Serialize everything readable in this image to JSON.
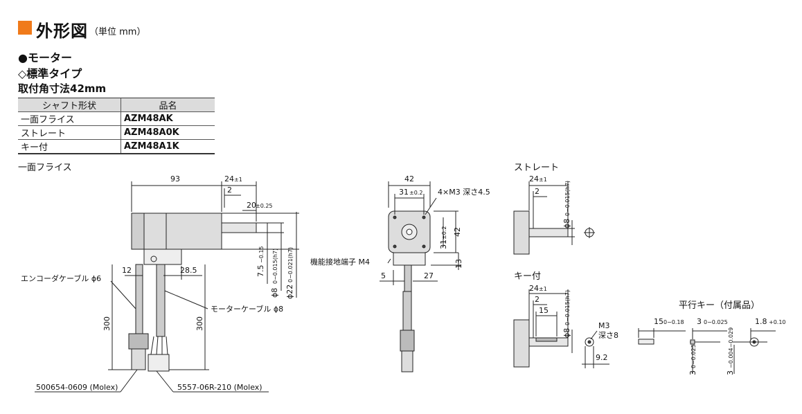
{
  "header": {
    "title": "外形図",
    "unit": "（単位 mm）",
    "motor": "●モーター",
    "type": "◇標準タイプ",
    "mount": "取付角寸法42mm"
  },
  "table": {
    "headers": [
      "シャフト形状",
      "品名"
    ],
    "rows": [
      {
        "shape": "一面フライス",
        "model": "AZM48AK"
      },
      {
        "shape": "ストレート",
        "model": "AZM48A0K"
      },
      {
        "shape": "キー付",
        "model": "AZM48A1K"
      }
    ]
  },
  "side_view": {
    "label": "一面フライス",
    "dim_93": "93",
    "dim_24": "24",
    "tol_pm1": "±1",
    "dim_2": "2",
    "dim_20": "20",
    "tol_025": "±0.25",
    "dim_12": "12",
    "dim_285": "28.5",
    "dim_75": "7.5",
    "tol_015": "−0.15",
    "dim_phi8": "ϕ8",
    "tol_phi8": "0−0.015(h7)",
    "dim_phi22": "ϕ22",
    "tol_phi22": "0−0.021(h7)",
    "dim_300a": "300",
    "dim_300b": "300",
    "encoder_cable": "エンコーダケーブル ϕ6",
    "motor_cable": "モーターケーブル ϕ8",
    "conn1": "500654-0609 (Molex)",
    "conn2": "5557-06R-210 (Molex)"
  },
  "front_view": {
    "dim_42": "42",
    "dim_31": "31",
    "tol_02": "±0.2",
    "holes": "4×M3 深さ4.5",
    "dim_31v": "31",
    "dim_42v": "42",
    "dim_13": "13",
    "ground": "機能接地端子 M4",
    "dim_5": "5",
    "dim_27": "27"
  },
  "straight_view": {
    "label": "ストレート",
    "dim_24": "24",
    "tol_pm1": "±1",
    "dim_2": "2",
    "dim_phi8": "ϕ8",
    "tol_phi8": "0−0.015(h7)"
  },
  "key_view": {
    "label": "キー付",
    "dim_24": "24",
    "tol_pm1": "±1",
    "dim_2": "2",
    "dim_15": "15",
    "dim_phi8": "ϕ8",
    "tol_phi8": "0−0.015(h7)",
    "m3": "M3",
    "depth8": "深さ8",
    "dim_92": "9.2"
  },
  "key_accessory": {
    "label": "平行キー（付属品）",
    "dim_15": "15",
    "tol_15": "0−0.18",
    "dim_3a": "3",
    "tol_3a": "0−0.025",
    "dim_18": "1.8",
    "tol_18": "+0.10",
    "dim_3b": "3",
    "tol_3b": "0−0.025",
    "dim_3c": "3",
    "tol_3c": "−0.004−0.029"
  },
  "colors": {
    "accent": "#f07a1a",
    "line": "#222222",
    "body": "#dddddd"
  }
}
